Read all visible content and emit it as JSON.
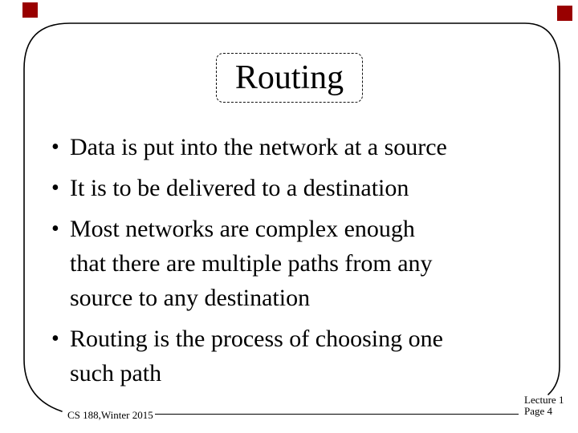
{
  "slide": {
    "title": "Routing",
    "bullet_char": "•",
    "bullets": [
      {
        "lines": [
          "Data is put into the network at a source"
        ]
      },
      {
        "lines": [
          "It is to be delivered to a destination"
        ]
      },
      {
        "lines": [
          "Most networks are complex enough",
          "that there are multiple paths from any",
          "source to any destination"
        ]
      },
      {
        "lines": [
          "Routing is the process of choosing one",
          "such path"
        ]
      }
    ],
    "footer": {
      "course": "CS 188,Winter 2015",
      "lecture": "Lecture 1",
      "page": "Page 4"
    },
    "colors": {
      "ink": "#000000",
      "background": "#ffffff",
      "corner_marker_red": "#990000"
    }
  }
}
